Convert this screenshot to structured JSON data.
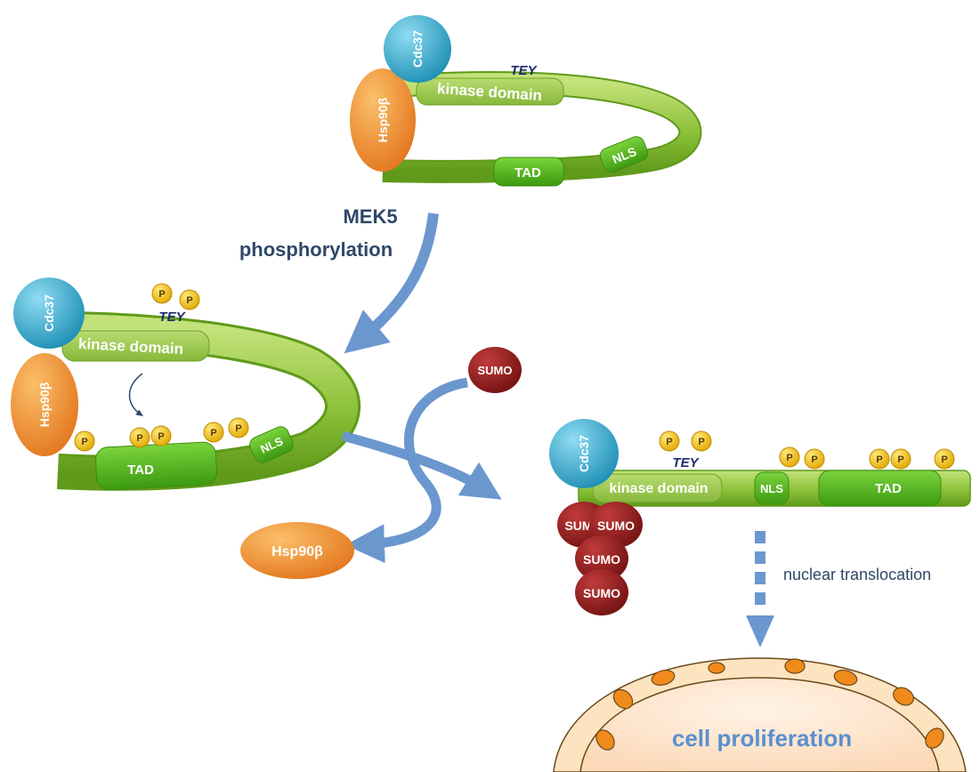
{
  "labels": {
    "cdc37": "Cdc37",
    "hsp90": "Hsp90β",
    "kinase_domain": "kinase domain",
    "tey": "TEY",
    "tad": "TAD",
    "nls": "NLS",
    "sumo": "SUMO",
    "sumo_partial": "SUM",
    "p": "P"
  },
  "steps": {
    "mek5_line1": "MEK5",
    "mek5_line2": "phosphorylation",
    "nuclear_translocation": "nuclear translocation",
    "cell_proliferation": "cell proliferation"
  },
  "colors": {
    "green": "#8dc23a",
    "green_dark": "#5f9a1a",
    "domain_green": "#4fb81a",
    "cdc37_blue": "#2ea6c9",
    "hsp90_orange": "#ef8a26",
    "sumo_red": "#8b1a1a",
    "phospho_yellow": "#f5c21a",
    "arrow_blue": "#6b97cf",
    "text_navy": "#2e4868",
    "nucleus_fill": "#fde6cf"
  }
}
